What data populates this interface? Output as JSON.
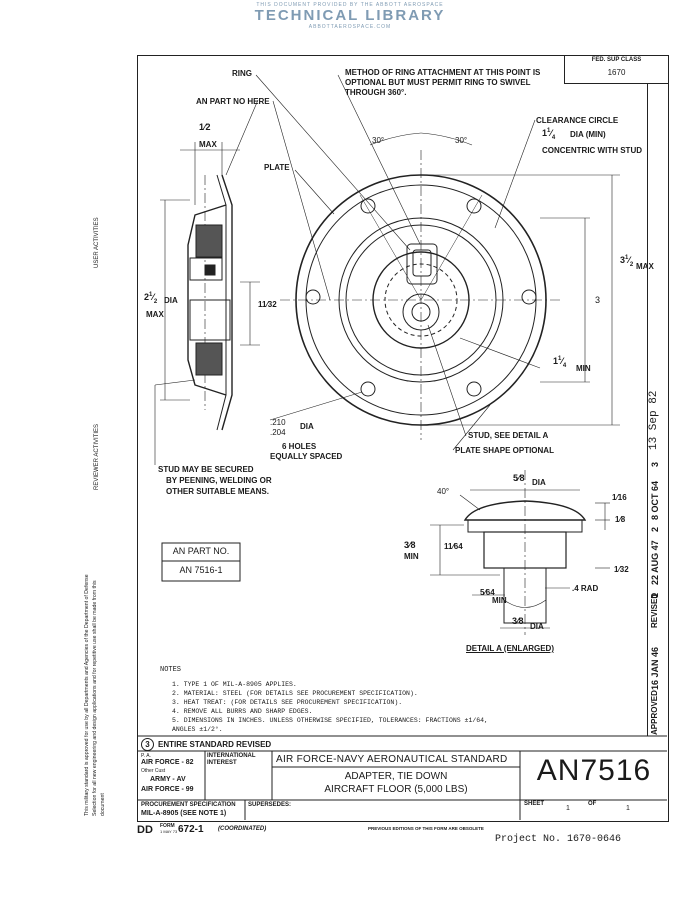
{
  "header": {
    "line1": "THIS DOCUMENT PROVIDED BY THE ABBOTT AEROSPACE",
    "line2": "TECHNICAL LIBRARY",
    "line3": "ABBOTTAEROSPACE.COM"
  },
  "margin": {
    "user_activities": "USER ACTIVITIES",
    "reviewer_activities": "REVIEWER ACTIVITIES",
    "disclaimer_1": "This military standard is approved for use by all Departments and Agencies of the Department of Defense",
    "disclaimer_2": "Selection for all new engineering and design applications and for repetitive use shall be made from this",
    "disclaimer_3": "document"
  },
  "fed_sup": {
    "label": "FED. SUP CLASS",
    "value": "1670"
  },
  "callouts": {
    "ring": "RING",
    "method_1": "METHOD OF RING ATTACHMENT AT THIS POINT IS",
    "method_2": "OPTIONAL BUT MUST PERMIT RING TO SWIVEL",
    "method_3": "THROUGH 360°.",
    "an_part_here": "AN PART NO HERE",
    "clearance_1": "CLEARANCE CIRCLE",
    "clearance_2": "DIA (MIN)",
    "clearance_3": "CONCENTRIC WITH STUD",
    "plate": "PLATE",
    "angle_left": "30°",
    "angle_right": "30°",
    "max": "MAX",
    "dia": "DIA",
    "min": "MIN",
    "rad": "RAD",
    "dim_3": "3",
    "dim_210": ".210",
    "dim_204": ".204",
    "six_holes": "6 HOLES",
    "equally_spaced": "EQUALLY SPACED",
    "stud_detail": "STUD, SEE DETAIL A",
    "plate_shape": "PLATE SHAPE OPTIONAL",
    "stud_secure_1": "STUD MAY BE SECURED",
    "stud_secure_2": "BY PEENING, WELDING OR",
    "stud_secure_3": "OTHER SUITABLE MEANS.",
    "angle_40": "40°",
    "rad_4": ".4 RAD",
    "detail_a": "DETAIL A (ENLARGED)"
  },
  "part_box": {
    "header": "AN PART NO.",
    "value": "AN 7516-1"
  },
  "revisions": {
    "approved": "APPROVED",
    "approved_date": "16 JAN 46",
    "revised": "REVISED",
    "r1_num": "1",
    "r1_date": "22 AUG 47",
    "r2_num": "2",
    "r2_date": "8 OCT 64",
    "r3_num": "3",
    "r3_date": "13 Sep 82"
  },
  "notes": {
    "title": "NOTES",
    "items": [
      "1. TYPE 1 OF MIL-A-8905 APPLIES.",
      "2. MATERIAL: STEEL (FOR DETAILS SEE PROCUREMENT SPECIFICATION).",
      "3. HEAT TREAT: (FOR DETAILS SEE PROCUREMENT SPECIFICATION).",
      "4. REMOVE ALL BURRS AND SHARP EDGES.",
      "5. DIMENSIONS IN INCHES. UNLESS OTHERWISE SPECIFIED, TOLERANCES: FRACTIONS ±1/64,",
      "   ANGLES ±1/2°."
    ]
  },
  "title_block": {
    "revised_num": "3",
    "revised_text": "ENTIRE STANDARD REVISED",
    "pa": "P. A.",
    "af_82": "AIR FORCE - 82",
    "other_cust": "Other Cust",
    "army": "ARMY - AV",
    "af_99": "AIR FORCE - 99",
    "international": "INTERNATIONAL",
    "interest": "INTEREST",
    "org": "AIR FORCE-NAVY AERONAUTICAL STANDARD",
    "title_1": "ADAPTER, TIE DOWN",
    "title_2": "AIRCRAFT FLOOR (5,000 LBS)",
    "std_number": "AN7516",
    "proc_label": "PROCUREMENT SPECIFICATION",
    "proc_value": "MIL-A-8905 (SEE NOTE 1)",
    "supersedes": "SUPERSEDES:",
    "sheet_label": "SHEET",
    "sheet_num": "1",
    "of_label": "OF",
    "sheet_total": "1"
  },
  "footer": {
    "dd": "DD",
    "form_label": "FORM",
    "form_date": "1 MAY 73",
    "form_num": "672-1",
    "coordinated": "(COORDINATED)",
    "previous": "PREVIOUS EDITIONS OF THIS FORM ARE OBSOLETE",
    "project": "Project No. 1670-0646"
  }
}
